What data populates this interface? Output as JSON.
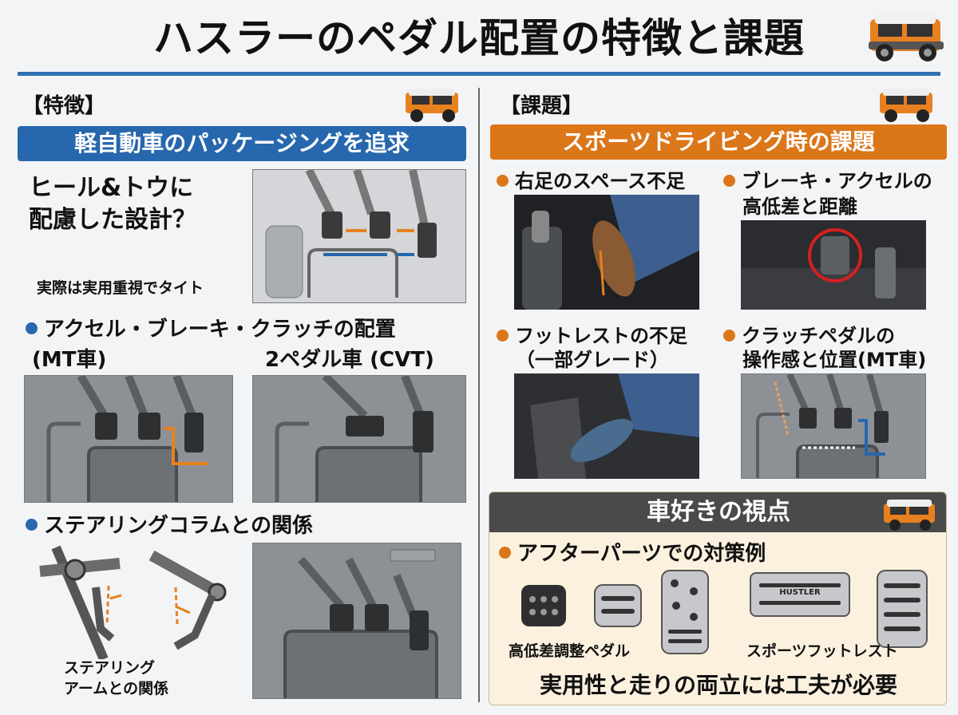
{
  "title": "ハスラーのペダル配置の特徴と課題",
  "left": {
    "header": "【特徴】",
    "banner": "軽自動車のパッケージングを追求",
    "heel_toe": {
      "line1": "ヒール&トウに",
      "line2": "配慮した設計？"
    },
    "tight_note": "実際は実用重視でタイト",
    "layout_heading": "アクセル・ブレーキ・クラッチの配置",
    "mt_label": "(MT車)",
    "cvt_label": "2ペダル車 (CVT)",
    "steering_heading": "ステアリングコラムとの関係",
    "steering_caption": {
      "line1": "ステアリング",
      "line2": "アームとの関係"
    }
  },
  "right": {
    "header": "【課題】",
    "banner": "スポーツドライビング時の課題",
    "issues": [
      {
        "line1": "右足のスペース不足",
        "line2": ""
      },
      {
        "line1": "ブレーキ・アクセルの",
        "line2": "高低差と距離"
      },
      {
        "line1": "フットレストの不足",
        "line2": "（一部グレード）"
      },
      {
        "line1": "クラッチペダルの",
        "line2": "操作感と位置(MT車)"
      }
    ],
    "view": {
      "header": "車好きの視点",
      "heading": "アフターパーツでの対策例",
      "pedal_caption": "高低差調整ペダル",
      "footrest_caption": "スポーツフットレスト",
      "footrest_brand": "HUSTLER",
      "conclusion": "実用性と走りの両立には工夫が必要"
    }
  },
  "colors": {
    "blue": "#2767ad",
    "orange": "#db7619",
    "dark": "#4a4a4a"
  },
  "icons": [
    "car-icon",
    "pedal-icon",
    "footrest-icon",
    "arrow-icon"
  ]
}
